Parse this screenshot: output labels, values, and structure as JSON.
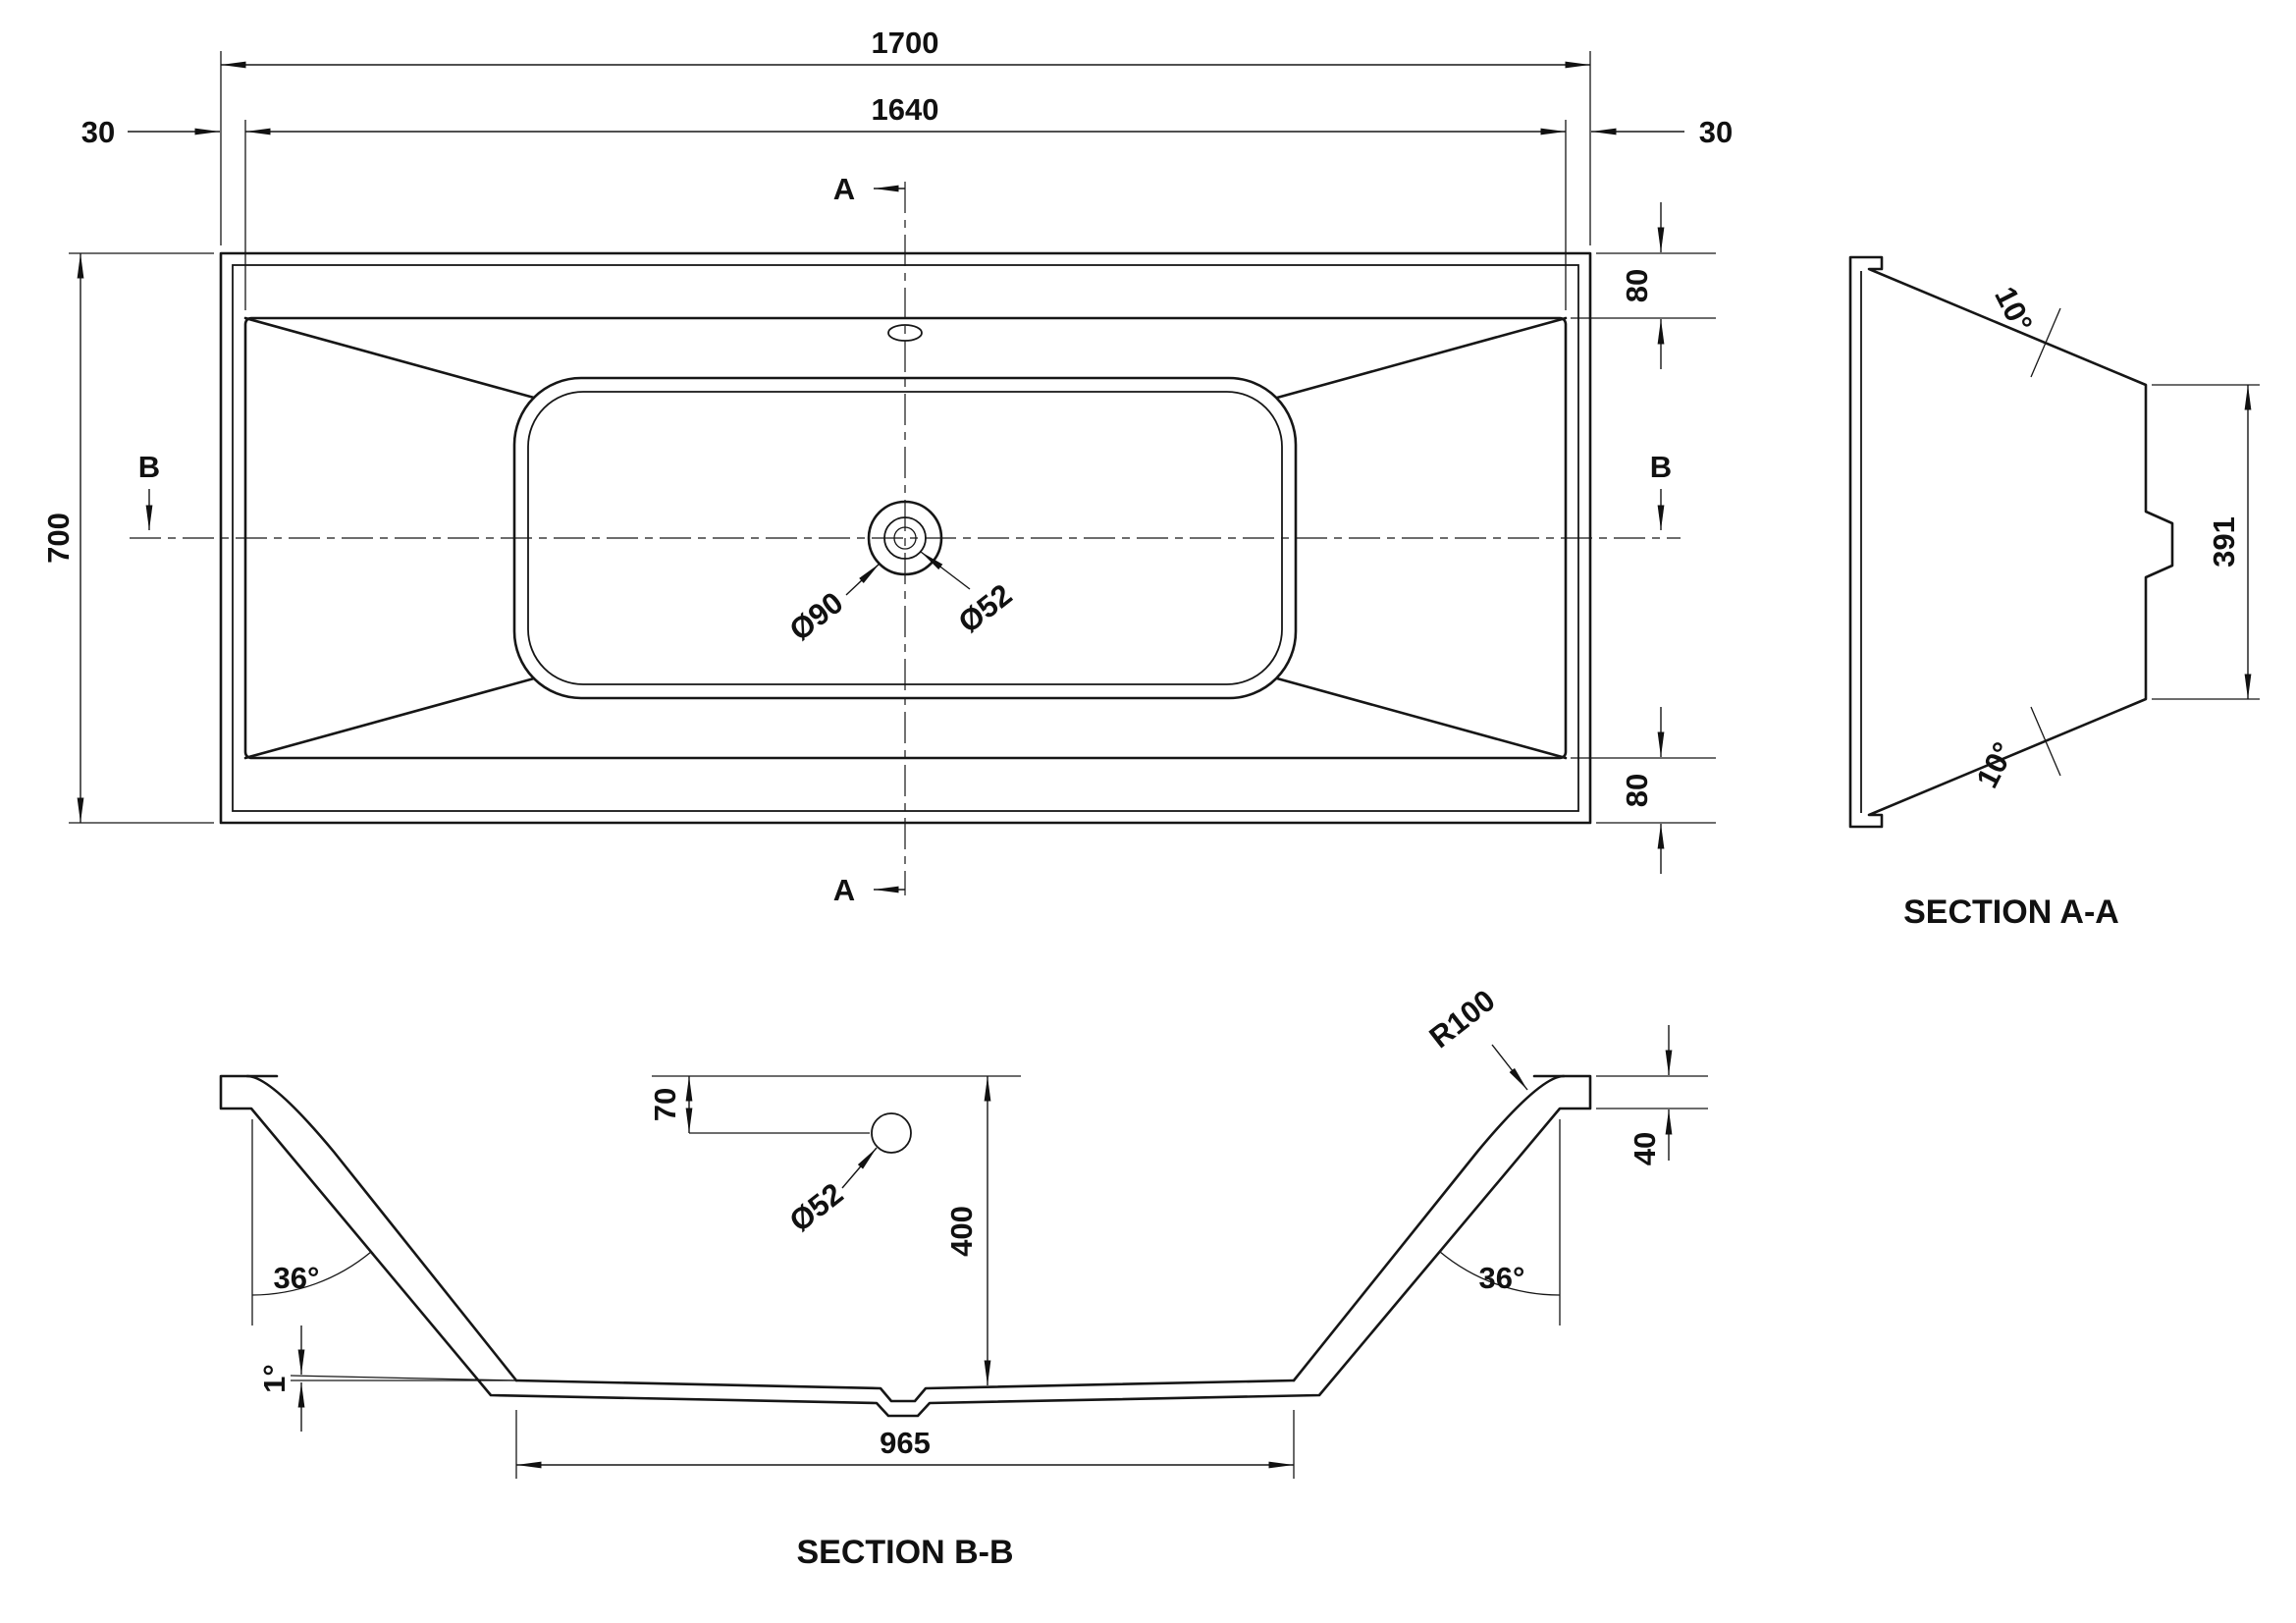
{
  "drawing": {
    "title_section_aa": "SECTION A-A",
    "title_section_bb": "SECTION B-B"
  },
  "colors": {
    "line": "#161616",
    "background": "#ffffff"
  },
  "plan": {
    "dim_overall_length": "1700",
    "dim_inner_length": "1640",
    "dim_offset_left": "30",
    "dim_offset_right": "30",
    "dim_overall_width": "700",
    "dim_rim_top": "80",
    "dim_rim_bottom": "80",
    "section_a_top": "A",
    "section_a_bottom": "A",
    "section_b_left": "B",
    "section_b_right": "B",
    "label_waste_outer_dia": "Ø90",
    "label_waste_inner_dia": "Ø52"
  },
  "section_aa": {
    "dim_base_width": "391",
    "angle_wall_top": "10°",
    "angle_wall_bottom": "10°"
  },
  "section_bb": {
    "dim_overflow_offset": "70",
    "label_overflow_dia": "Ø52",
    "dim_depth": "400",
    "dim_base_length": "965",
    "angle_wall_left": "36°",
    "angle_wall_right": "36°",
    "angle_floor": "1°",
    "label_rim_radius": "R100",
    "dim_rim_height": "40"
  }
}
